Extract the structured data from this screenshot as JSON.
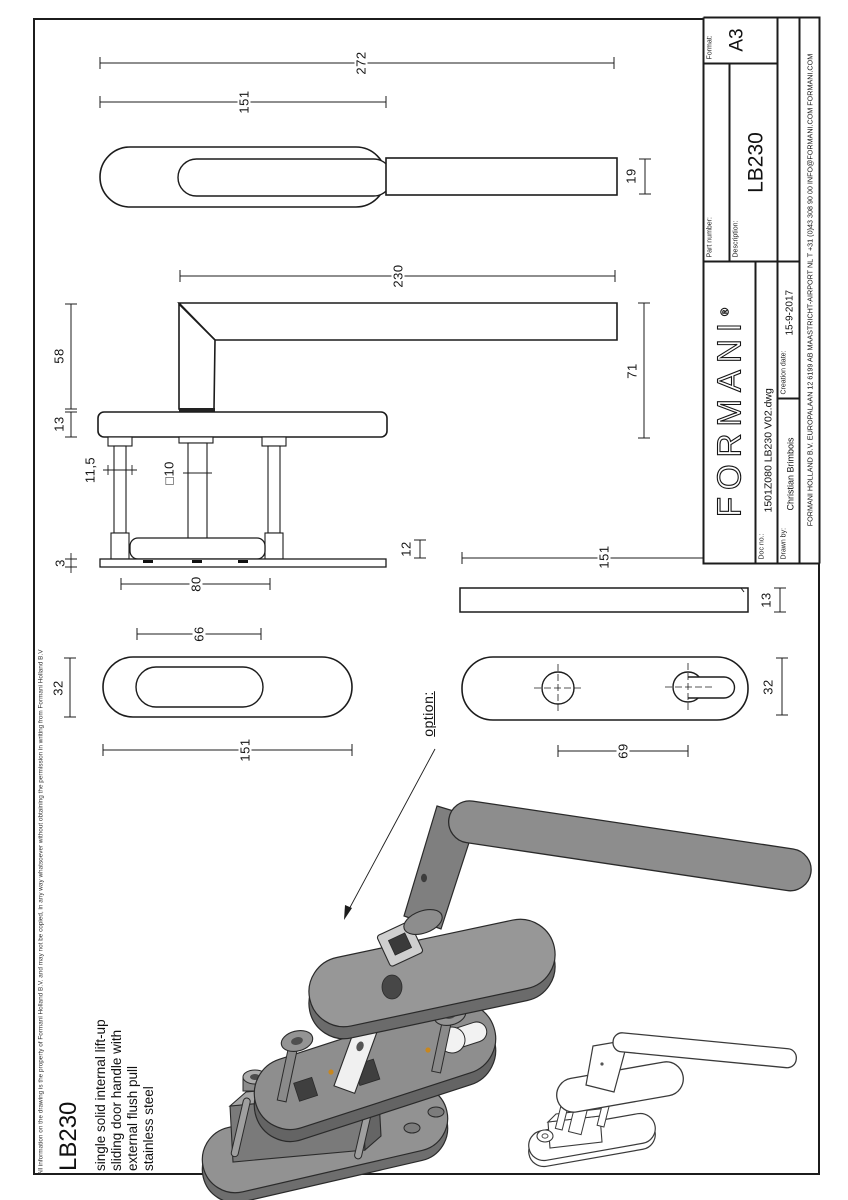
{
  "title_block": {
    "logo_text": "FORMANI",
    "registered_mark": "®",
    "doc_no_label": "Doc no.:",
    "doc_no": "1501Z080 LB230 V02.dwg",
    "drawn_by_label": "Drawn by:",
    "drawn_by": "Christian Brimbois",
    "creation_date_label": "Creation date:",
    "creation_date": "15-9-2017",
    "part_number_label": "Part number:",
    "part_number": "",
    "description_label": "Description:",
    "description": "LB230",
    "format_label": "Format:",
    "format": "A3",
    "address_line": "FORMANI HOLLAND B.V.  EUROPALAAN 12  6199 AB MAASTRICHT-AIRPORT NL  T +31 (0)43 308 90 00 INFO@FORMANI.COM FORMANI.COM"
  },
  "product": {
    "code": "LB230",
    "description_lines": [
      "single solid internal lift-up",
      "sliding door handle with",
      "external flush pull",
      "stainless steel"
    ]
  },
  "copyright": "All information on the drawing is the property of Formani Holland B.V. and may not be copied, in any way whatsoever without obtaining the permission in writing from Formani Holland B.V",
  "dimensions": {
    "top_view": {
      "overall_length": "272",
      "plate_length": "151",
      "lever_width": "19"
    },
    "side_view": {
      "lever_length": "230",
      "handle_height": "58",
      "rosette_thickness": "13",
      "grip_clearance": "71",
      "pin_width": "11,5",
      "spindle": "□10",
      "cup_depth": "12",
      "plate_thickness": "3"
    },
    "flush_pull_view": {
      "hole_spacing": "80",
      "slot_length": "66",
      "width": "32",
      "length": "151"
    },
    "cover_view": {
      "length": "151",
      "thickness": "13"
    },
    "option_view": {
      "label": "option:",
      "hole_spacing": "69",
      "width": "32"
    }
  }
}
